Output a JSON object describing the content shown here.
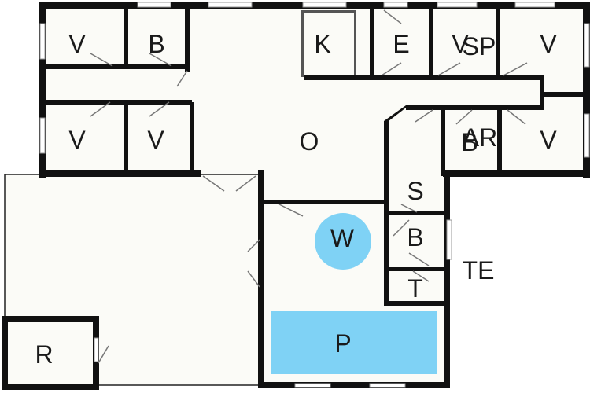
{
  "floor_plan": {
    "colors": {
      "wall": "#111111",
      "floor": "#fbfbf7",
      "pool": "#7fd2f5",
      "door": "#777777"
    },
    "labels": {
      "v1": "V",
      "b1": "B",
      "k": "K",
      "e": "E",
      "v2": "V",
      "sp": "SP",
      "v3": "V",
      "v4": "V",
      "v5": "V",
      "o": "O",
      "b2": "B",
      "ar": "AR",
      "v6": "V",
      "s": "S",
      "w": "W",
      "b3": "B",
      "te": "TE",
      "t": "T",
      "p": "P",
      "r": "R"
    }
  }
}
